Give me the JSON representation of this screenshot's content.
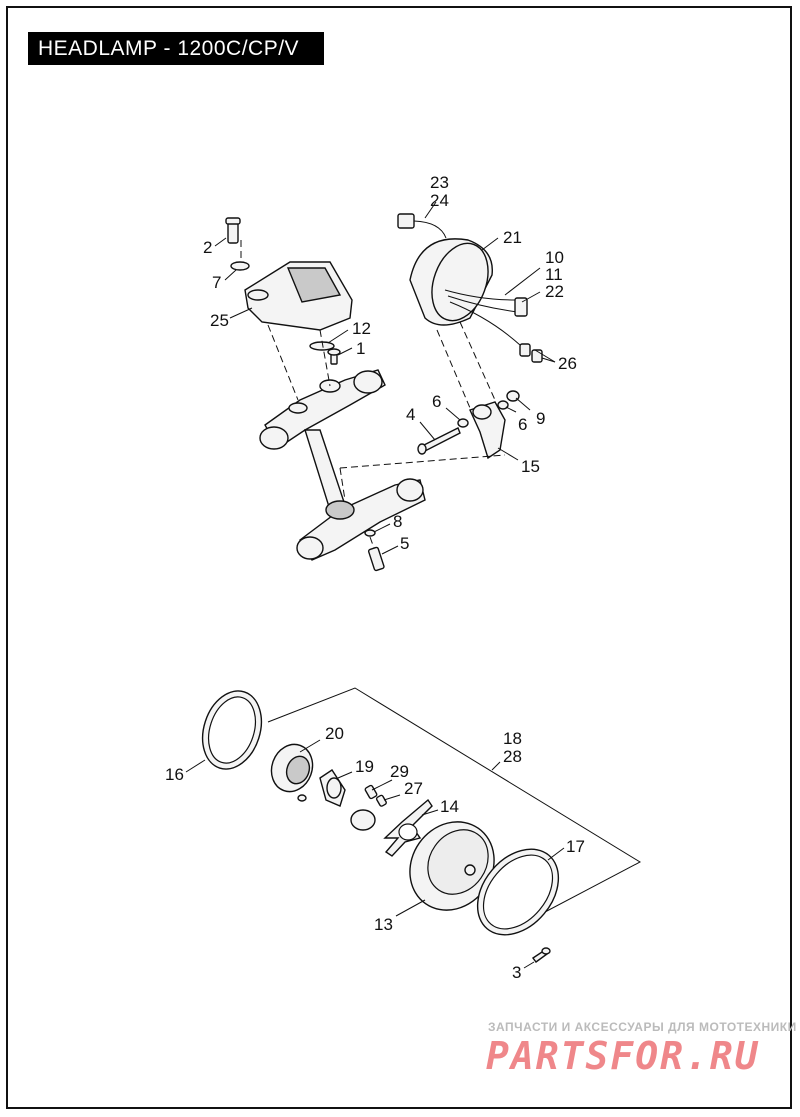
{
  "title": "HEADLAMP - 1200C/CP/V",
  "callouts": {
    "c1": "1",
    "c2": "2",
    "c3": "3",
    "c4": "4",
    "c5": "5",
    "c6a": "6",
    "c6b": "6",
    "c7": "7",
    "c8": "8",
    "c9": "9",
    "c10": "10",
    "c11": "11",
    "c12": "12",
    "c13": "13",
    "c14": "14",
    "c15": "15",
    "c16": "16",
    "c17": "17",
    "c18": "18",
    "c19": "19",
    "c20": "20",
    "c21": "21",
    "c22": "22",
    "c23": "23",
    "c24": "24",
    "c25": "25",
    "c26": "26",
    "c27": "27",
    "c28": "28",
    "c29": "29"
  },
  "watermark": {
    "tagline": "ЗАПЧАСТИ И АКСЕССУАРЫ ДЛЯ МОТОТЕХНИКИ",
    "logo": "PARTSFOR.RU",
    "logo_color": "#e3262c"
  }
}
